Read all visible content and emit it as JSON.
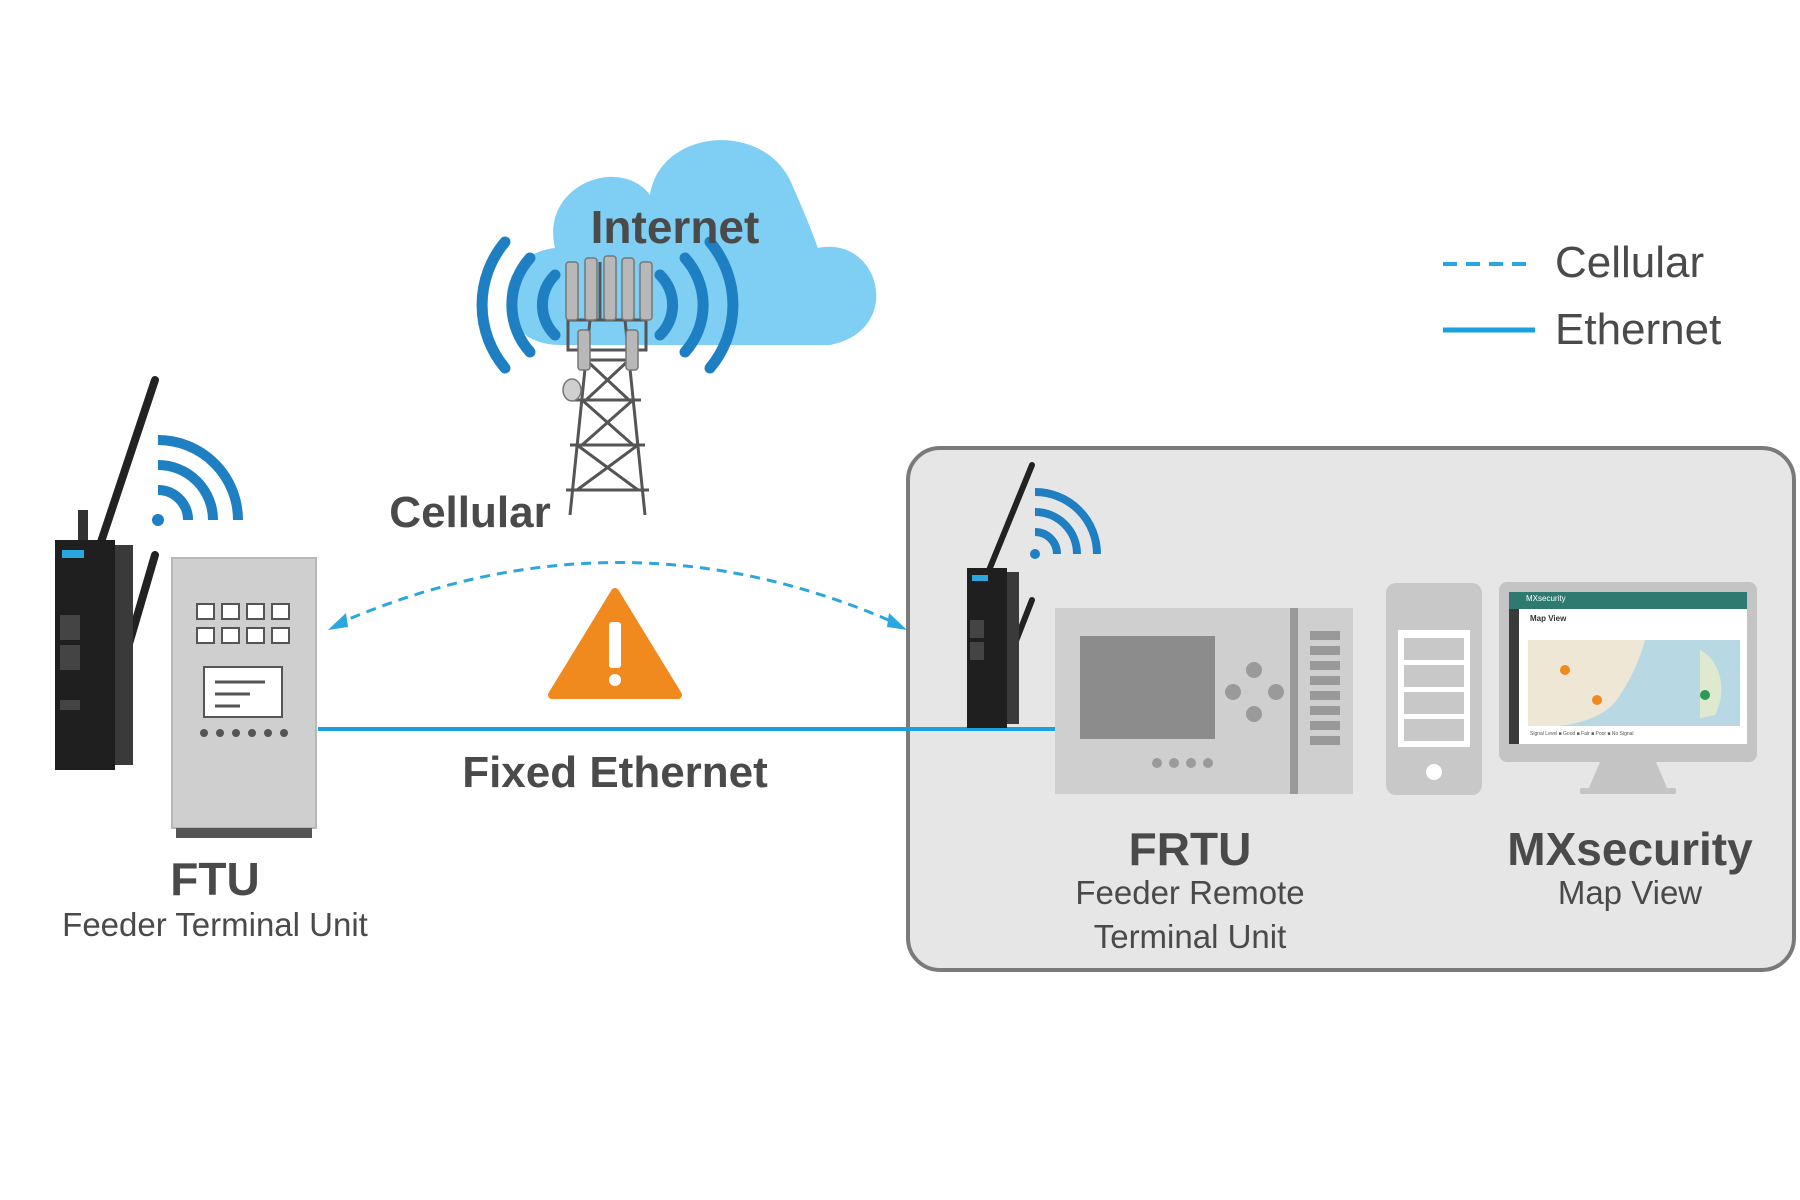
{
  "cloud_label": "Internet",
  "tower_label": "Cellular",
  "legend": {
    "items": [
      {
        "label": "Cellular",
        "style": "dashed"
      },
      {
        "label": "Ethernet",
        "style": "solid"
      }
    ]
  },
  "link": {
    "ethernet_label": "Fixed Ethernet"
  },
  "ftu": {
    "title": "FTU",
    "subtitle": "Feeder Terminal Unit"
  },
  "frtu": {
    "title": "FRTU",
    "subtitle_line1": "Feeder Remote",
    "subtitle_line2": "Terminal Unit"
  },
  "mxsecurity": {
    "title": "MXsecurity",
    "subtitle": "Map View",
    "screen": {
      "app_name": "MXsecurity",
      "view_title": "Map View",
      "legend_text": "Signal Level  ■ Good  ■ Fair  ■ Poor  ■ No Signal"
    }
  },
  "colors": {
    "cellular_line": "#2ba6de",
    "ethernet_line": "#17a1df",
    "cloud": "#7ecff3",
    "signal_waves": "#1e7fc3",
    "warning": "#f08a1e",
    "text": "#4a4a4a",
    "panel_bg": "#e6e6e6",
    "device_gray": "#cfcfcf"
  },
  "icons": [
    "cloud-icon",
    "cell-tower-icon",
    "warning-icon",
    "wifi-signal-icon",
    "router-icon",
    "control-cabinet-icon",
    "frtu-panel-icon",
    "server-icon",
    "monitor-icon"
  ]
}
